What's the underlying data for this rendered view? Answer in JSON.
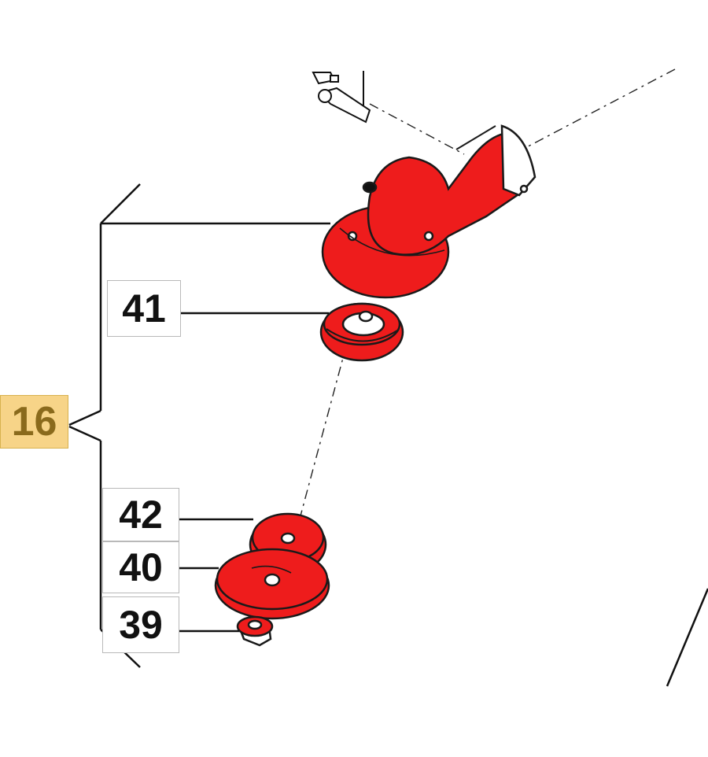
{
  "diagram": {
    "group_label": "16",
    "callouts": [
      {
        "id": "c41",
        "label": "41"
      },
      {
        "id": "c42",
        "label": "42"
      },
      {
        "id": "c40",
        "label": "40"
      },
      {
        "id": "c39",
        "label": "39"
      }
    ],
    "colors": {
      "part_fill": "#ee1c1c",
      "part_outline": "#1a1a1a",
      "group_box_fill": "#f7d488",
      "group_box_text": "#8a6a1c",
      "line": "#111111"
    }
  }
}
